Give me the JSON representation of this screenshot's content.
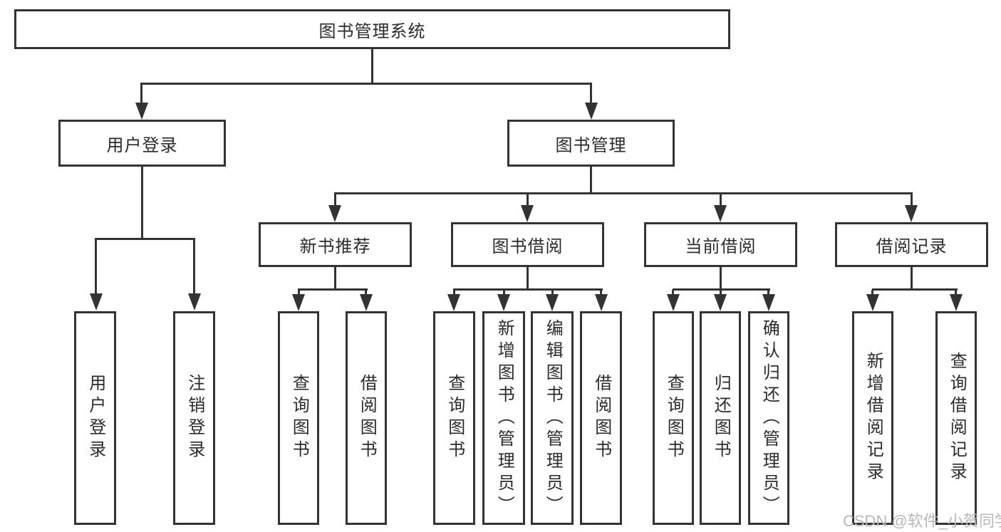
{
  "diagram": {
    "root": {
      "label": "图书管理系统"
    },
    "level2": [
      {
        "label": "用户登录",
        "children": [
          {
            "label": "用户登录"
          },
          {
            "label": "注销登录"
          }
        ]
      },
      {
        "label": "图书管理",
        "children": [
          {
            "label": "新书推荐",
            "children": [
              {
                "label": "查询图书"
              },
              {
                "label": "借阅图书"
              }
            ]
          },
          {
            "label": "图书借阅",
            "children": [
              {
                "label": "查询图书"
              },
              {
                "label": "新增图书（管理员）"
              },
              {
                "label": "编辑图书（管理员）"
              },
              {
                "label": "借阅图书"
              }
            ]
          },
          {
            "label": "当前借阅",
            "children": [
              {
                "label": "查询图书"
              },
              {
                "label": "归还图书"
              },
              {
                "label": "确认归还（管理员）"
              }
            ]
          },
          {
            "label": "借阅记录",
            "children": [
              {
                "label": "新增借阅记录"
              },
              {
                "label": "查询借阅记录"
              }
            ]
          }
        ]
      }
    ]
  },
  "watermark": {
    "text": "CSDN @软件_小贺同学"
  },
  "colors": {
    "line": "#333333",
    "text": "#2b2b2b",
    "watermark": "#b8b8b8",
    "background": "#ffffff"
  }
}
